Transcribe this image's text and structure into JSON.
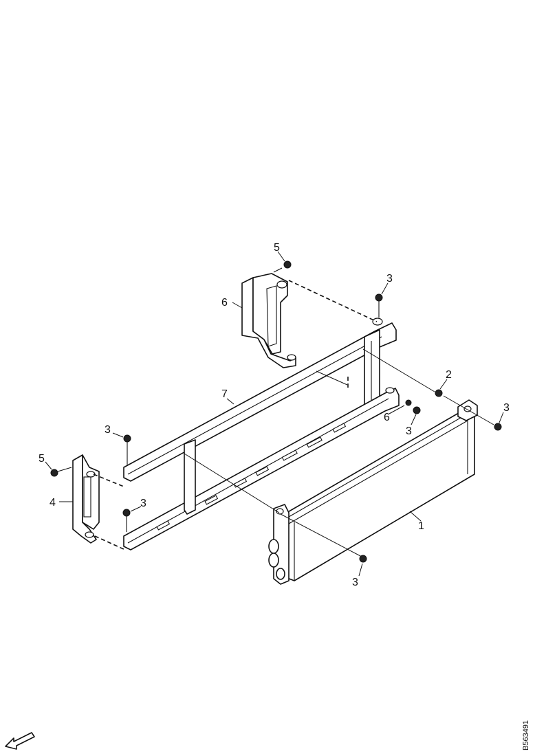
{
  "diagram": {
    "callouts": [
      {
        "id": "c5-top",
        "text": "5"
      },
      {
        "id": "c3-top",
        "text": "3"
      },
      {
        "id": "c6-top",
        "text": "6"
      },
      {
        "id": "c2",
        "text": "2"
      },
      {
        "id": "c7",
        "text": "7"
      },
      {
        "id": "c3-right",
        "text": "3"
      },
      {
        "id": "c6-mid",
        "text": "6"
      },
      {
        "id": "c3-mid",
        "text": "3"
      },
      {
        "id": "c3-left-top",
        "text": "3"
      },
      {
        "id": "c5-left",
        "text": "5"
      },
      {
        "id": "c4",
        "text": "4"
      },
      {
        "id": "c3-left-bottom",
        "text": "3"
      },
      {
        "id": "c1",
        "text": "1"
      },
      {
        "id": "c3-bottom",
        "text": "3"
      }
    ],
    "reference_code": "B563491"
  },
  "icons": {
    "direction_arrow": "front-direction-arrow-icon"
  }
}
